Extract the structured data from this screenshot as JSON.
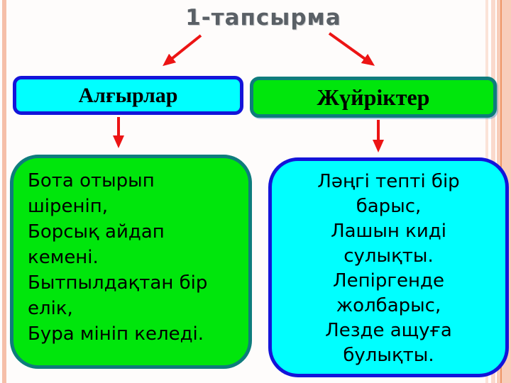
{
  "colors": {
    "cyan_fill": "#00ffff",
    "green_fill": "#00e60c",
    "blue_border": "#1414d9",
    "teal_border": "#0e7c7c",
    "arrow_red": "#ec1414",
    "title_gray": "#5a6066",
    "stripe_salmon": "#f5bfa9",
    "stripe_orange": "#ee9565"
  },
  "slide": {
    "title": "1-тапсырма",
    "left_column": {
      "header": "Алғырлар",
      "poem_lines": [
        "Бота отырып",
        "шіреніп,",
        "Борсық айдап",
        "кемені.",
        "Бытпылдақтан бір",
        "елік,",
        "Бура мініп келеді."
      ]
    },
    "right_column": {
      "header": "Жүйріктер",
      "poem_lines": [
        "Ләңгі тепті бір",
        "барыс,",
        "Лашын киді",
        "сулықты.",
        "Лепіргенде",
        "жолбарыс,",
        "Лезде ащуға",
        "булықты."
      ]
    }
  }
}
